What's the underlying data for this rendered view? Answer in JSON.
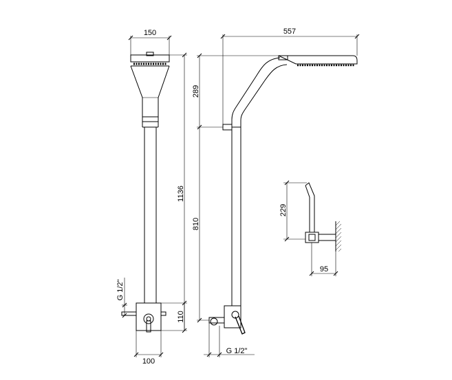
{
  "drawing": {
    "front_view": {
      "head_width": "150",
      "total_height": "1136",
      "inlet_thread": "G 1/2\"",
      "mixer_height": "110",
      "mixer_width": "100"
    },
    "side_view": {
      "projection": "557",
      "upper_height": "289",
      "lower_height": "810",
      "inlet_thread": "G 1/2\""
    },
    "detail_view": {
      "arm_height": "229",
      "wall_projection": "95"
    }
  }
}
